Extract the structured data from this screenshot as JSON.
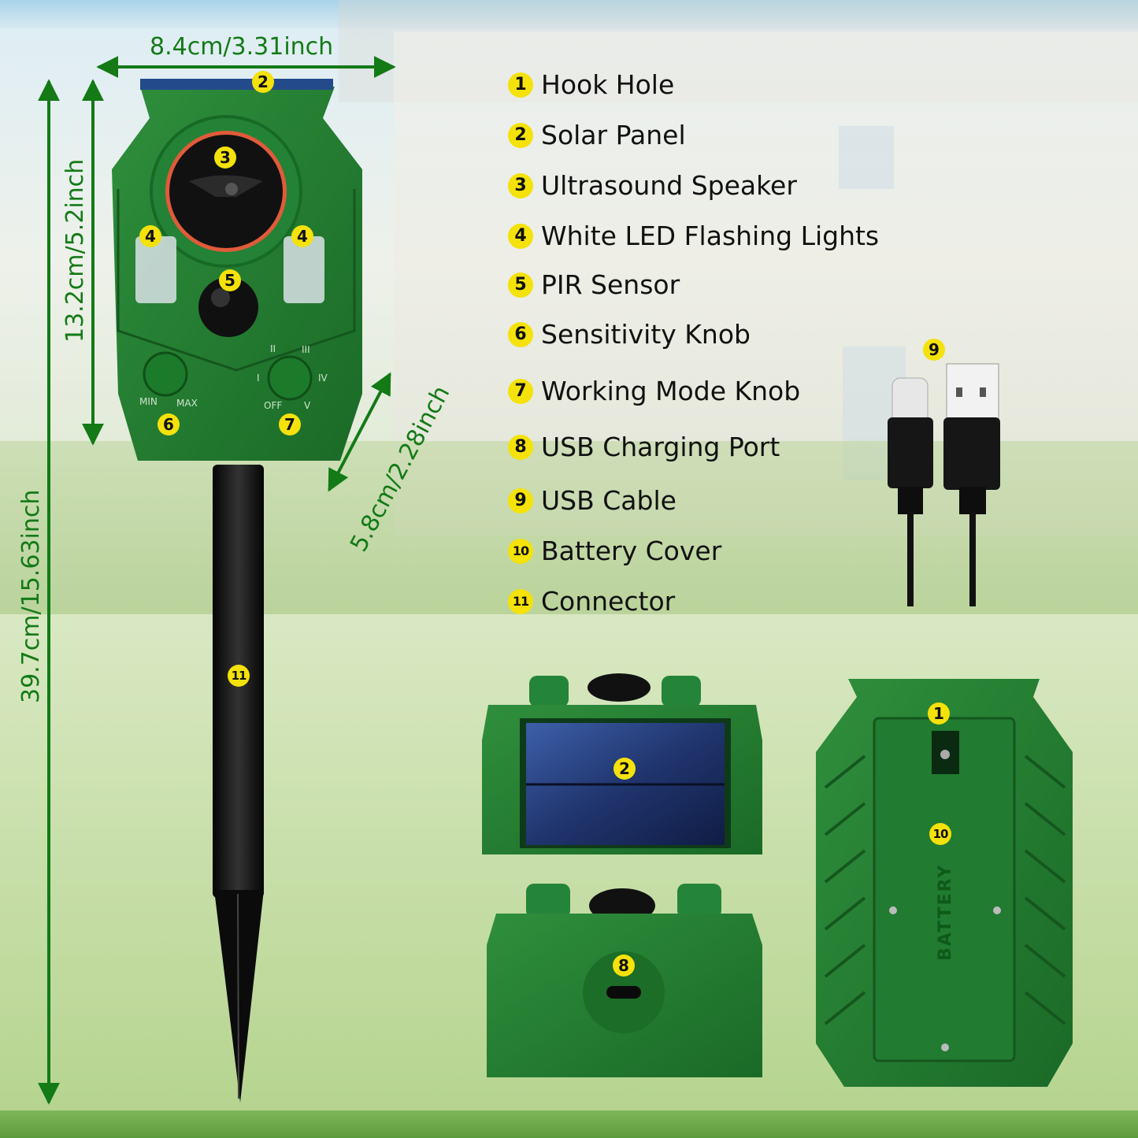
{
  "dimensions": {
    "width": "8.4cm/3.31inch",
    "height_body": "13.2cm/5.2inch",
    "height_total": "39.7cm/15.63inch",
    "depth": "5.8cm/2.28inch"
  },
  "legend": [
    {
      "num": "1",
      "label": "Hook Hole"
    },
    {
      "num": "2",
      "label": "Solar Panel"
    },
    {
      "num": "3",
      "label": "Ultrasound Speaker"
    },
    {
      "num": "4",
      "label": "White LED Flashing Lights"
    },
    {
      "num": "5",
      "label": "PIR Sensor"
    },
    {
      "num": "6",
      "label": "Sensitivity Knob"
    },
    {
      "num": "7",
      "label": "Working Mode Knob"
    },
    {
      "num": "8",
      "label": "USB Charging Port"
    },
    {
      "num": "9",
      "label": "USB Cable"
    },
    {
      "num": "10",
      "label": "Battery Cover"
    },
    {
      "num": "11",
      "label": "Connector"
    }
  ],
  "callouts": {
    "front_solar": "2",
    "front_speaker": "3",
    "front_led_left": "4",
    "front_led_right": "4",
    "front_pir": "5",
    "front_knob_sens": "6",
    "front_knob_mode": "7",
    "stake": "11",
    "cable": "9",
    "top_solar": "2",
    "bottom_port": "8",
    "back_hook": "1",
    "back_cover": "10"
  },
  "knob_labels": {
    "min": "MIN",
    "max": "MAX",
    "off": "OFF",
    "i": "I",
    "ii": "II",
    "iii": "III",
    "iv": "IV",
    "v": "V"
  },
  "battery_label": "BATTERY",
  "colors": {
    "device_green": "#1e7a2e",
    "dimension_green": "#137a16",
    "badge_yellow": "#f4e20a"
  }
}
